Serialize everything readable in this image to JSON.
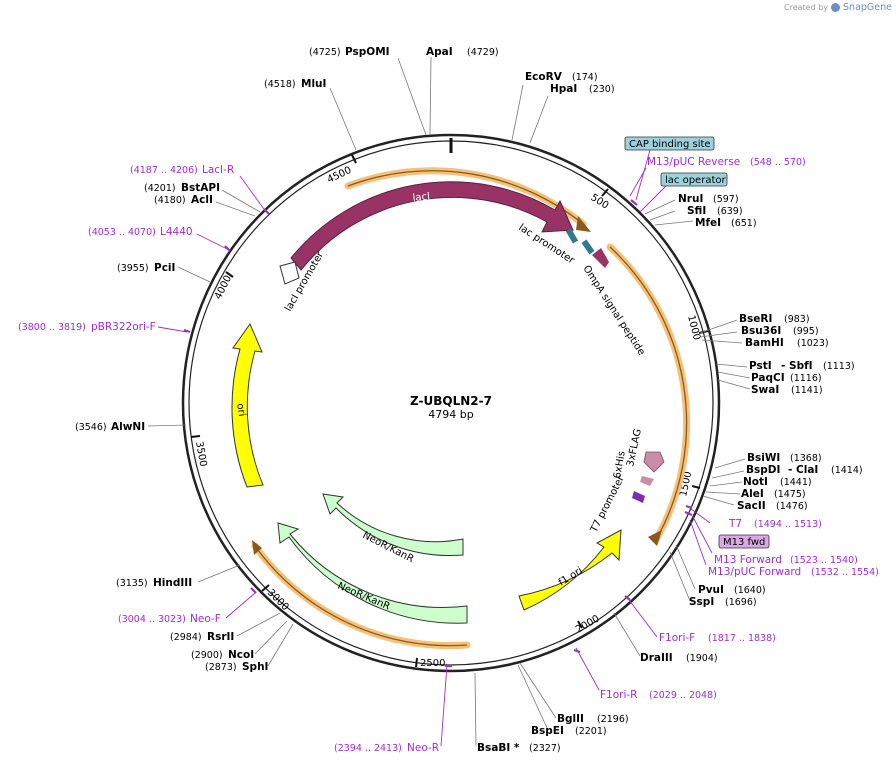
{
  "credit": {
    "created_by": "Created by",
    "brand": "SnapGene"
  },
  "plasmid": {
    "name": "Z-UBQLN2-7",
    "length_label": "4794 bp",
    "length": 4794
  },
  "ticks": [
    "500",
    "1000",
    "1500",
    "2000",
    "2500",
    "3000",
    "3500",
    "4000",
    "4500"
  ],
  "features": {
    "lacI": "lacI",
    "lacI_promoter": "lacI promoter",
    "lac_promoter": "lac promoter",
    "ompA": "OmpA signal peptide",
    "flag": "3xFLAG",
    "his": "6xHis",
    "t7_promoter": "T7 promoter",
    "f1_ori": "f1 ori",
    "neo1": "NeoR/KanR",
    "neo2": "NeoR/KanR",
    "ori": "ori",
    "cap_box": "CAP binding site",
    "lacop_box": "lac operator",
    "m13fwd_box": "M13 fwd"
  },
  "colors": {
    "lacI": "#993366",
    "neo": "#ccffcc",
    "ori": "#ffff00",
    "highlight": "#f5c178",
    "primer": "#9b30c8",
    "cap": "#9fd1dd",
    "m13fwd": "#d9a9e6"
  },
  "sites": [
    {
      "name": "PspOMI",
      "pos": "(4725)"
    },
    {
      "name": "ApaI",
      "pos": "(4729)"
    },
    {
      "name": "MluI",
      "pos": "(4518)"
    },
    {
      "name": "EcoRV",
      "pos": "(174)"
    },
    {
      "name": "HpaI",
      "pos": "(230)"
    },
    {
      "name": "NruI",
      "pos": "(597)"
    },
    {
      "name": "SfiI",
      "pos": "(639)"
    },
    {
      "name": "MfeI",
      "pos": "(651)"
    },
    {
      "name": "BstAPI",
      "pos": "(4201)"
    },
    {
      "name": "AclI",
      "pos": "(4180)"
    },
    {
      "name": "PciI",
      "pos": "(3955)"
    },
    {
      "name": "BseRI",
      "pos": "(983)"
    },
    {
      "name": "Bsu36I",
      "pos": "(995)"
    },
    {
      "name": "BamHI",
      "pos": "(1023)"
    },
    {
      "name": "PstI",
      "pos": "(1113)",
      "extra": "- SbfI"
    },
    {
      "name": "PaqCI",
      "pos": "(1116)"
    },
    {
      "name": "SwaI",
      "pos": "(1141)"
    },
    {
      "name": "AlwNI",
      "pos": "(3546)"
    },
    {
      "name": "BsiWI",
      "pos": "(1368)"
    },
    {
      "name": "BspDI",
      "pos": "(1414)",
      "extra": "- ClaI"
    },
    {
      "name": "NotI",
      "pos": "(1441)"
    },
    {
      "name": "AleI",
      "pos": "(1475)"
    },
    {
      "name": "SacII",
      "pos": "(1476)"
    },
    {
      "name": "PvuI",
      "pos": "(1640)"
    },
    {
      "name": "SspI",
      "pos": "(1696)"
    },
    {
      "name": "HindIII",
      "pos": "(3135)"
    },
    {
      "name": "RsrII",
      "pos": "(2984)"
    },
    {
      "name": "NcoI",
      "pos": "(2900)"
    },
    {
      "name": "SphI",
      "pos": "(2873)"
    },
    {
      "name": "DraIII",
      "pos": "(1904)"
    },
    {
      "name": "BglII",
      "pos": "(2196)"
    },
    {
      "name": "BspEI",
      "pos": "(2201)"
    },
    {
      "name": "BsaBI *",
      "pos": "(2327)"
    }
  ],
  "primers": [
    {
      "name": "LacI-R",
      "pos": "(4187 .. 4206)"
    },
    {
      "name": "L4440",
      "pos": "(4053 .. 4070)"
    },
    {
      "name": "pBR322ori-F",
      "pos": "(3800 .. 3819)"
    },
    {
      "name": "M13/pUC Reverse",
      "pos": "(548 .. 570)"
    },
    {
      "name": "T7",
      "pos": "(1494 .. 1513)"
    },
    {
      "name": "M13 Forward",
      "pos": "(1523 .. 1540)"
    },
    {
      "name": "M13/pUC Forward",
      "pos": "(1532 .. 1554)"
    },
    {
      "name": "Neo-F",
      "pos": "(3004 .. 3023)"
    },
    {
      "name": "F1ori-F",
      "pos": "(1817 .. 1838)"
    },
    {
      "name": "F1ori-R",
      "pos": "(2029 .. 2048)"
    },
    {
      "name": "Neo-R",
      "pos": "(2394 .. 2413)"
    }
  ]
}
